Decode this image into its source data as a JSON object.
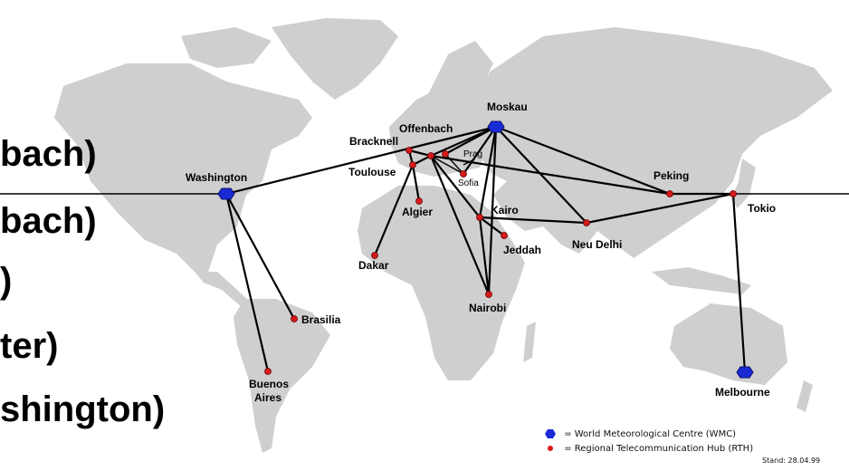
{
  "cities": {
    "moskau": "Moskau",
    "offenbach": "Offenbach",
    "bracknell": "Bracknell",
    "prag": "Prag",
    "toulouse": "Toulouse",
    "sofia": "Sofia",
    "washington": "Washington",
    "peking": "Peking",
    "tokio": "Tokio",
    "kairo": "Kairo",
    "algier": "Algier",
    "jeddah": "Jeddah",
    "neu_delhi": "Neu Delhi",
    "dakar": "Dakar",
    "nairobi": "Nairobi",
    "brasilia": "Brasilia",
    "buenos_aires_1": "Buenos",
    "buenos_aires_2": "Aires",
    "melbourne": "Melbourne"
  },
  "overlay_text": [
    "bach)",
    "bach)",
    ")",
    "ter)",
    "shington)"
  ],
  "legend": {
    "wmc": "= World Meteorological Centre (WMC)",
    "rth": "= Regional Telecommunication Hub (RTH)",
    "stand": "Stand: 28.04.99"
  },
  "colors": {
    "wmc": "#1a2bd6",
    "rth": "#d61a1a",
    "land": "#cfcfcf"
  }
}
